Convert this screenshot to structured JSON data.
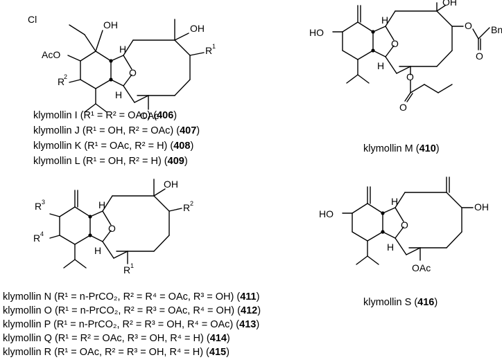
{
  "atoms": {
    "cl": "Cl",
    "oh": "OH",
    "aco": "AcO",
    "oac": "OAc",
    "o": "O",
    "h": "H",
    "ho": "HO",
    "bn": "Bn",
    "r": "R",
    "r1": "1",
    "r2": "2",
    "r3": "3",
    "r4": "4"
  },
  "compounds_top_left": [
    {
      "name": "klymollin I",
      "sub": "(R¹ = R² = OAc)",
      "num": "406"
    },
    {
      "name": "klymollin J",
      "sub": "(R¹ = OH, R² = OAc)",
      "num": "407"
    },
    {
      "name": "klymollin K",
      "sub": "(R¹ = OAc, R² = H)",
      "num": "408"
    },
    {
      "name": "klymollin L",
      "sub": "(R¹ = OH, R² = H)",
      "num": "409"
    }
  ],
  "compound_m": {
    "name": "klymollin M",
    "num": "410"
  },
  "compounds_bottom_left": [
    {
      "name": "klymollin N",
      "sub": "(R¹ = n-PrCO₂, R² = R⁴ = OAc, R³ = OH)",
      "num": "411"
    },
    {
      "name": "klymollin O",
      "sub": "(R¹ = n-PrCO₂, R² = R³ = OAc, R⁴ = OH)",
      "num": "412"
    },
    {
      "name": "klymollin P",
      "sub": "(R¹ = n-PrCO₂, R² = R³ = OH, R⁴ = OAc)",
      "num": "413"
    },
    {
      "name": "klymollin Q",
      "sub": "(R¹ = R² = OAc, R³ = OH, R⁴ = H)",
      "num": "414"
    },
    {
      "name": "klymollin R",
      "sub": "(R¹ = OAc, R² = R³ = OH, R⁴ = H)",
      "num": "415"
    }
  ],
  "compound_s": {
    "name": "klymollin S",
    "num": "416"
  }
}
